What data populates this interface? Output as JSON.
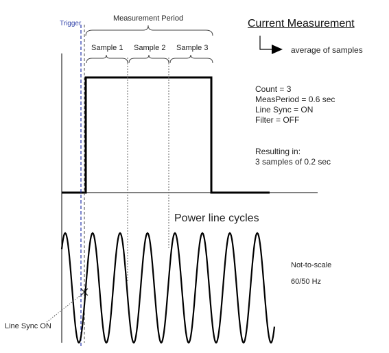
{
  "diagram": {
    "trigger_label": "Trigger",
    "period_label": "Measurement Period",
    "samples": [
      "Sample 1",
      "Sample 2",
      "Sample 3"
    ],
    "heading": "Current Measurement",
    "average_label": "average of samples",
    "settings": [
      "Count = 3",
      "MeasPeriod = 0.6 sec",
      "Line Sync = ON",
      "Filter = OFF"
    ],
    "result_lines": [
      "Resulting in:",
      "3 samples of 0.2 sec"
    ],
    "power_label": "Power line cycles",
    "scale_note": "Not-to-scale",
    "freq_label": "60/50 Hz",
    "sync_label": "Line Sync ON"
  }
}
